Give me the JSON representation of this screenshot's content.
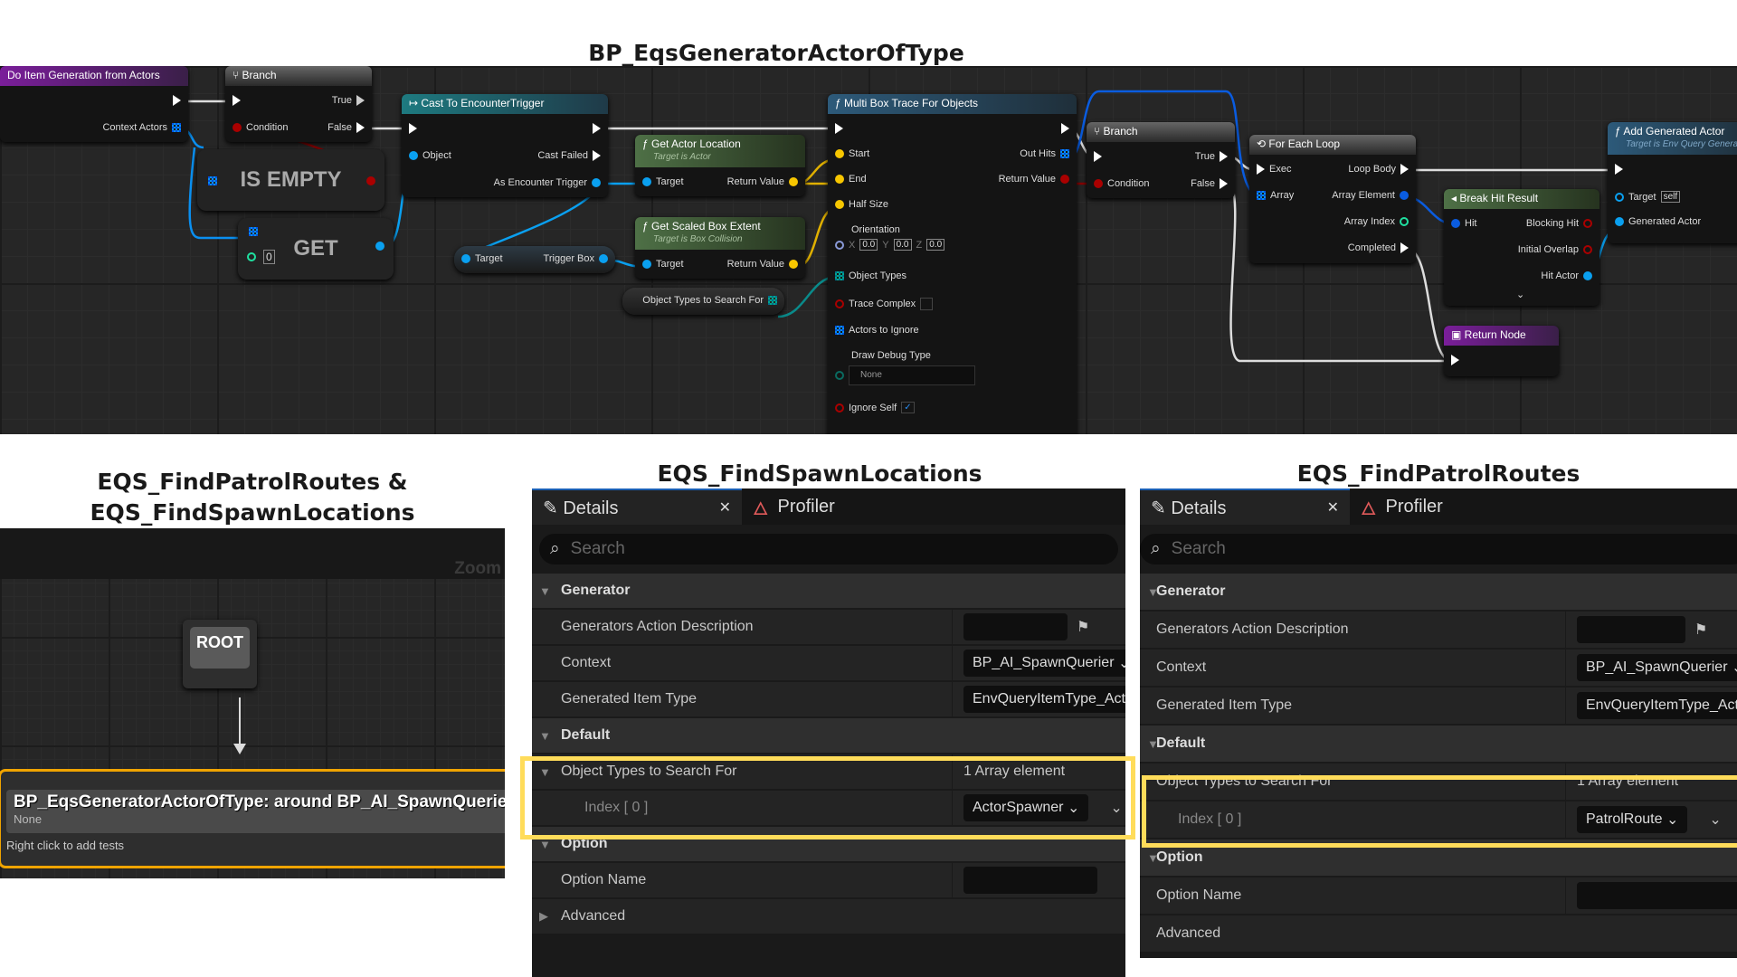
{
  "blueprint": {
    "title": "BP_EqsGeneratorActorOfType",
    "do_item": {
      "title": "Do Item Generation from Actors",
      "context_actors": "Context Actors"
    },
    "branch1": {
      "title": "Branch",
      "true": "True",
      "false": "False",
      "condition": "Condition"
    },
    "cast": {
      "title": "Cast To EncounterTrigger",
      "object": "Object",
      "cast_failed": "Cast Failed",
      "as_trigger": "As Encounter Trigger"
    },
    "is_empty": "IS EMPTY",
    "get": {
      "title": "GET",
      "index": "0"
    },
    "get_actor_location": {
      "title": "Get Actor Location",
      "subtitle": "Target is Actor",
      "target": "Target",
      "return_value": "Return Value"
    },
    "get_box_extent": {
      "title": "Get Scaled Box Extent",
      "subtitle": "Target is Box Collision",
      "target": "Target",
      "return_value": "Return Value"
    },
    "trigger_box": {
      "target": "Target",
      "trigger_box": "Trigger Box"
    },
    "object_types_var": "Object Types to Search For",
    "multi_box": {
      "title": "Multi Box Trace For Objects",
      "start": "Start",
      "end": "End",
      "half_size": "Half Size",
      "orientation": "Orientation",
      "x": "X",
      "y": "Y",
      "z": "Z",
      "x_val": "0.0",
      "y_val": "0.0",
      "z_val": "0.0",
      "out_hits": "Out Hits",
      "return_value": "Return Value",
      "object_types": "Object Types",
      "trace_complex": "Trace Complex",
      "actors_to_ignore": "Actors to Ignore",
      "draw_debug_type": "Draw Debug Type",
      "draw_debug_value": "None",
      "ignore_self": "Ignore Self",
      "ignore_self_checked": true
    },
    "branch2": {
      "title": "Branch",
      "true": "True",
      "false": "False",
      "condition": "Condition"
    },
    "for_each": {
      "title": "For Each Loop",
      "exec": "Exec",
      "array": "Array",
      "loop_body": "Loop Body",
      "array_element": "Array Element",
      "array_index": "Array Index",
      "completed": "Completed"
    },
    "break_hit": {
      "title": "Break Hit Result",
      "hit": "Hit",
      "blocking_hit": "Blocking Hit",
      "initial_overlap": "Initial Overlap",
      "hit_actor": "Hit Actor"
    },
    "return_node": {
      "title": "Return Node"
    },
    "add_generated": {
      "title": "Add Generated Actor",
      "subtitle": "Target is Env Query Generator",
      "target": "Target",
      "target_value": "self",
      "generated_actor": "Generated Actor"
    }
  },
  "eqs_graph": {
    "title_line1": "EQS_FindPatrolRoutes &",
    "title_line2": "EQS_FindSpawnLocations",
    "zoom_label": "Zoom",
    "root": "ROOT",
    "generator_title": "BP_EqsGeneratorActorOfType:  around BP_AI_SpawnQuerier",
    "generator_subtitle": "None",
    "hint": "Right click to add tests"
  },
  "spawn_panel": {
    "title": "EQS_FindSpawnLocations",
    "tab_details": "Details",
    "tab_profiler": "Profiler",
    "search_placeholder": "Search",
    "generator": "Generator",
    "gad": "Generators Action Description",
    "context": "Context",
    "context_value": "BP_AI_SpawnQuerier",
    "git": "Generated Item Type",
    "git_value": "EnvQueryItemType_Actor",
    "default": "Default",
    "otsf": "Object Types to Search For",
    "otsf_value": "1 Array element",
    "index": "Index [ 0 ]",
    "index_value": "ActorSpawner",
    "option": "Option",
    "option_name": "Option Name",
    "advanced": "Advanced"
  },
  "patrol_panel": {
    "title": "EQS_FindPatrolRoutes",
    "tab_details": "Details",
    "tab_profiler": "Profiler",
    "search_placeholder": "Search",
    "generator": "Generator",
    "gad": "Generators Action Description",
    "context": "Context",
    "context_value": "BP_AI_SpawnQuerier",
    "git": "Generated Item Type",
    "git_value": "EnvQueryItemType_Actor",
    "default": "Default",
    "otsf": "Object Types to Search For",
    "otsf_value": "1 Array element",
    "index": "Index [ 0 ]",
    "index_value": "PatrolRoute",
    "option": "Option",
    "option_name": "Option Name",
    "advanced": "Advanced"
  },
  "colors": {
    "highlight": "#ffdc5a",
    "exec": "#ffffff",
    "bool": "#a00000",
    "object": "#00a8f4",
    "vector": "#f7c600",
    "int": "#1fe0a0",
    "event_header": "#6a1a8a",
    "pure_header": "#3f5a36",
    "function_header": "#2d4f66"
  }
}
